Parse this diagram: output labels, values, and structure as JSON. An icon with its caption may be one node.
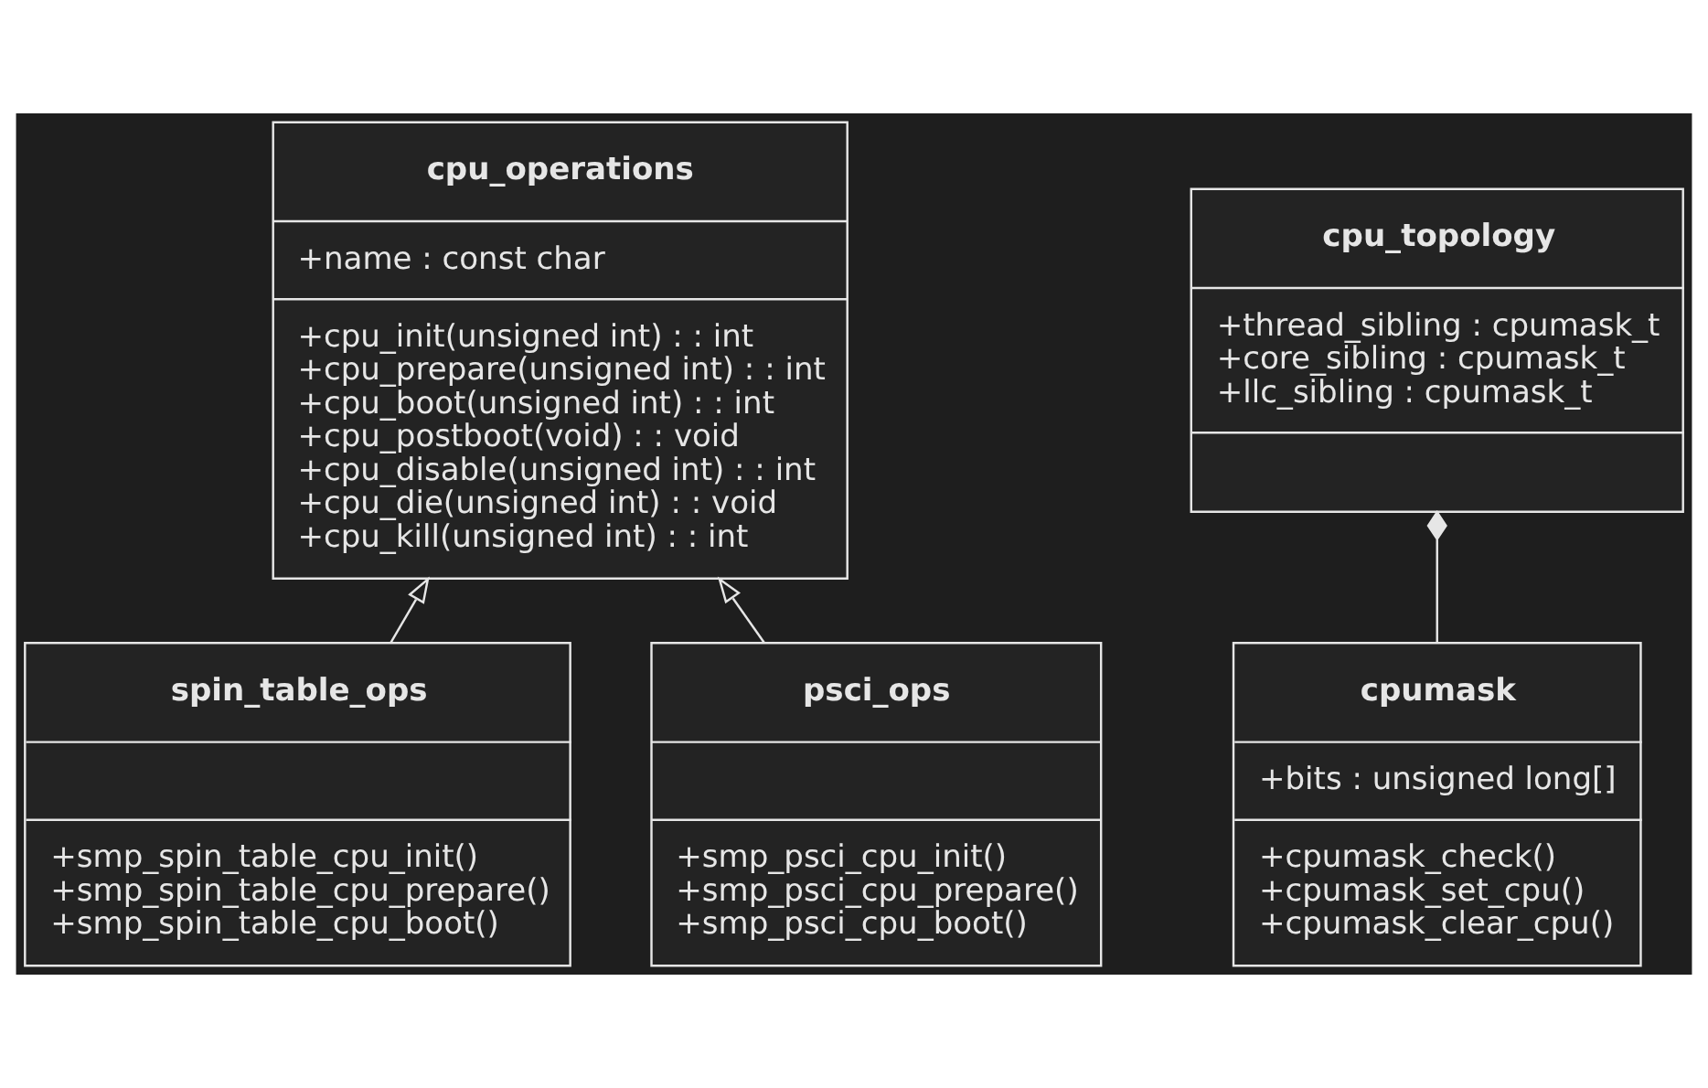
{
  "diagram": {
    "nodes": [
      {
        "text": [
          "cpu_operations",
          "+name : const char",
          "+cpu_init(unsigned int) : : int",
          "+cpu_prepare(unsigned int) : : int",
          "+cpu_boot(unsigned int) : : int",
          "+cpu_postboot(void) : : void",
          "+cpu_disable(unsigned int) : : int",
          "+cpu_die(unsigned int) : : void",
          "+cpu_kill(unsigned int) : : int"
        ]
      },
      {
        "text": [
          "spin_table_ops",
          "+smp_spin_table_cpu_init()",
          "+smp_spin_table_cpu_prepare()",
          "+smp_spin_table_cpu_boot()"
        ]
      },
      {
        "text": [
          "psci_ops",
          "+smp_psci_cpu_init()",
          "+smp_psci_cpu_prepare()",
          "+smp_psci_cpu_boot()"
        ]
      },
      {
        "text": [
          "cpu_topology",
          "+thread_sibling : cpumask_t",
          "+core_sibling : cpumask_t",
          "+llc_sibling : cpumask_t"
        ]
      },
      {
        "text": [
          "cpumask",
          "+bits : unsigned long[]",
          "+cpumask_check()",
          "+cpumask_set_cpu()",
          "+cpumask_clear_cpu()"
        ]
      }
    ],
    "edges": [
      {
        "from": 1,
        "to": 0,
        "arrow": "to"
      },
      {
        "from": 2,
        "to": 0,
        "arrow": "to"
      },
      {
        "from": 4,
        "to": 3,
        "arrow": "other"
      }
    ]
  }
}
